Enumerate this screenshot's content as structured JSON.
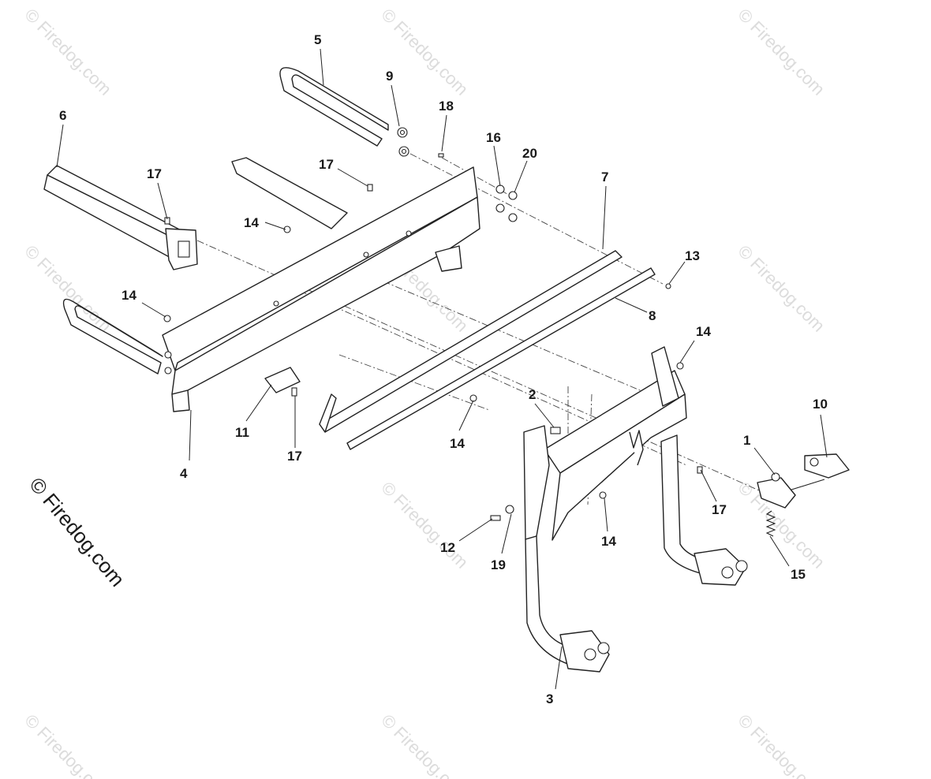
{
  "watermark": {
    "repeated_text": "© Firedog.com",
    "side_text": "© Firedog.com",
    "color": "#dcdcdc"
  },
  "callouts": [
    {
      "id": "c5",
      "label": "5"
    },
    {
      "id": "c9",
      "label": "9"
    },
    {
      "id": "c18",
      "label": "18"
    },
    {
      "id": "c6",
      "label": "6"
    },
    {
      "id": "c16",
      "label": "16"
    },
    {
      "id": "c20",
      "label": "20"
    },
    {
      "id": "c17a",
      "label": "17"
    },
    {
      "id": "c17b",
      "label": "17"
    },
    {
      "id": "c7",
      "label": "7"
    },
    {
      "id": "c14a",
      "label": "14"
    },
    {
      "id": "c13",
      "label": "13"
    },
    {
      "id": "c14b",
      "label": "14"
    },
    {
      "id": "c8",
      "label": "8"
    },
    {
      "id": "c14c",
      "label": "14"
    },
    {
      "id": "c10",
      "label": "10"
    },
    {
      "id": "c2",
      "label": "2"
    },
    {
      "id": "c11",
      "label": "11"
    },
    {
      "id": "c14d",
      "label": "14"
    },
    {
      "id": "c1",
      "label": "1"
    },
    {
      "id": "c17c",
      "label": "17"
    },
    {
      "id": "c4",
      "label": "4"
    },
    {
      "id": "c17d",
      "label": "17"
    },
    {
      "id": "c12",
      "label": "12"
    },
    {
      "id": "c14e",
      "label": "14"
    },
    {
      "id": "c19",
      "label": "19"
    },
    {
      "id": "c15",
      "label": "15"
    },
    {
      "id": "c3",
      "label": "3"
    }
  ]
}
